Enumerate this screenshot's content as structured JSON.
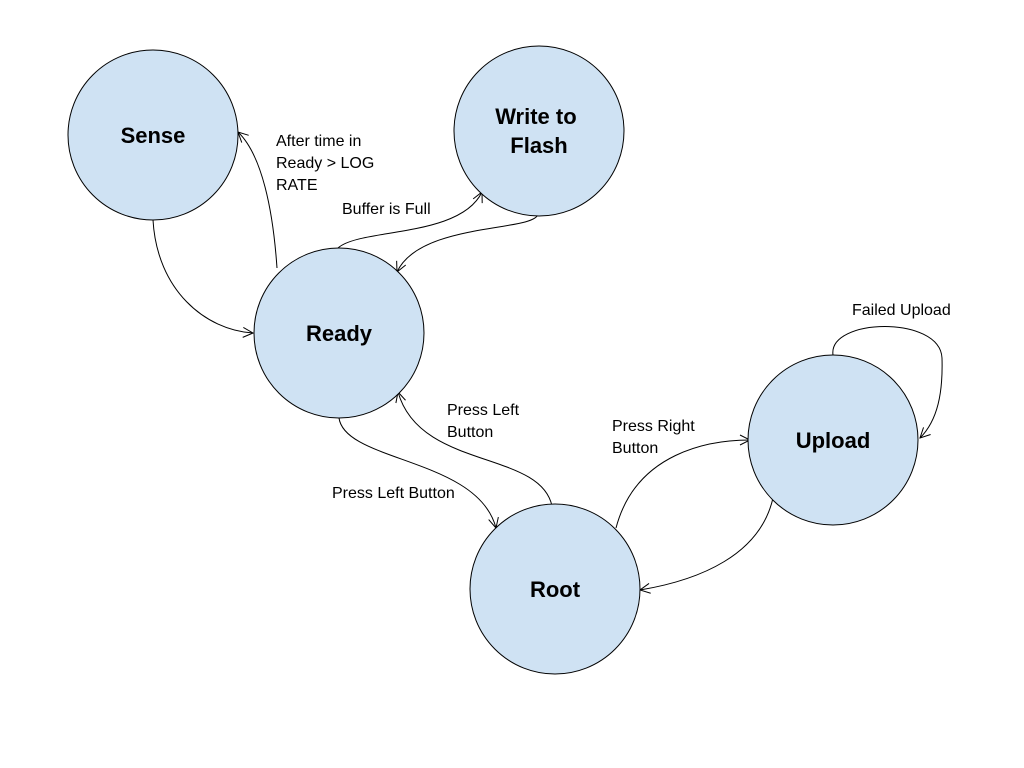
{
  "states": {
    "sense": {
      "label_lines": [
        "Sense"
      ]
    },
    "write_to_flash": {
      "label_lines": [
        "Write to",
        "Flash"
      ]
    },
    "ready": {
      "label_lines": [
        "Ready"
      ]
    },
    "upload": {
      "label_lines": [
        "Upload"
      ]
    },
    "root": {
      "label_lines": [
        "Root"
      ]
    }
  },
  "transitions": {
    "ready_to_sense": {
      "label_lines": [
        "After time in",
        "Ready > LOG",
        "RATE"
      ]
    },
    "ready_to_write": {
      "label_lines": [
        "Buffer is Full"
      ]
    },
    "root_to_ready": {
      "label_lines": [
        "Press Left",
        "Button"
      ]
    },
    "ready_to_root": {
      "label_lines": [
        "Press Left Button"
      ]
    },
    "root_to_upload": {
      "label_lines": [
        "Press Right",
        "Button"
      ]
    },
    "upload_self": {
      "label_lines": [
        "Failed Upload"
      ]
    }
  },
  "colors": {
    "state_fill": "#cfe2f3",
    "stroke": "#000000"
  }
}
